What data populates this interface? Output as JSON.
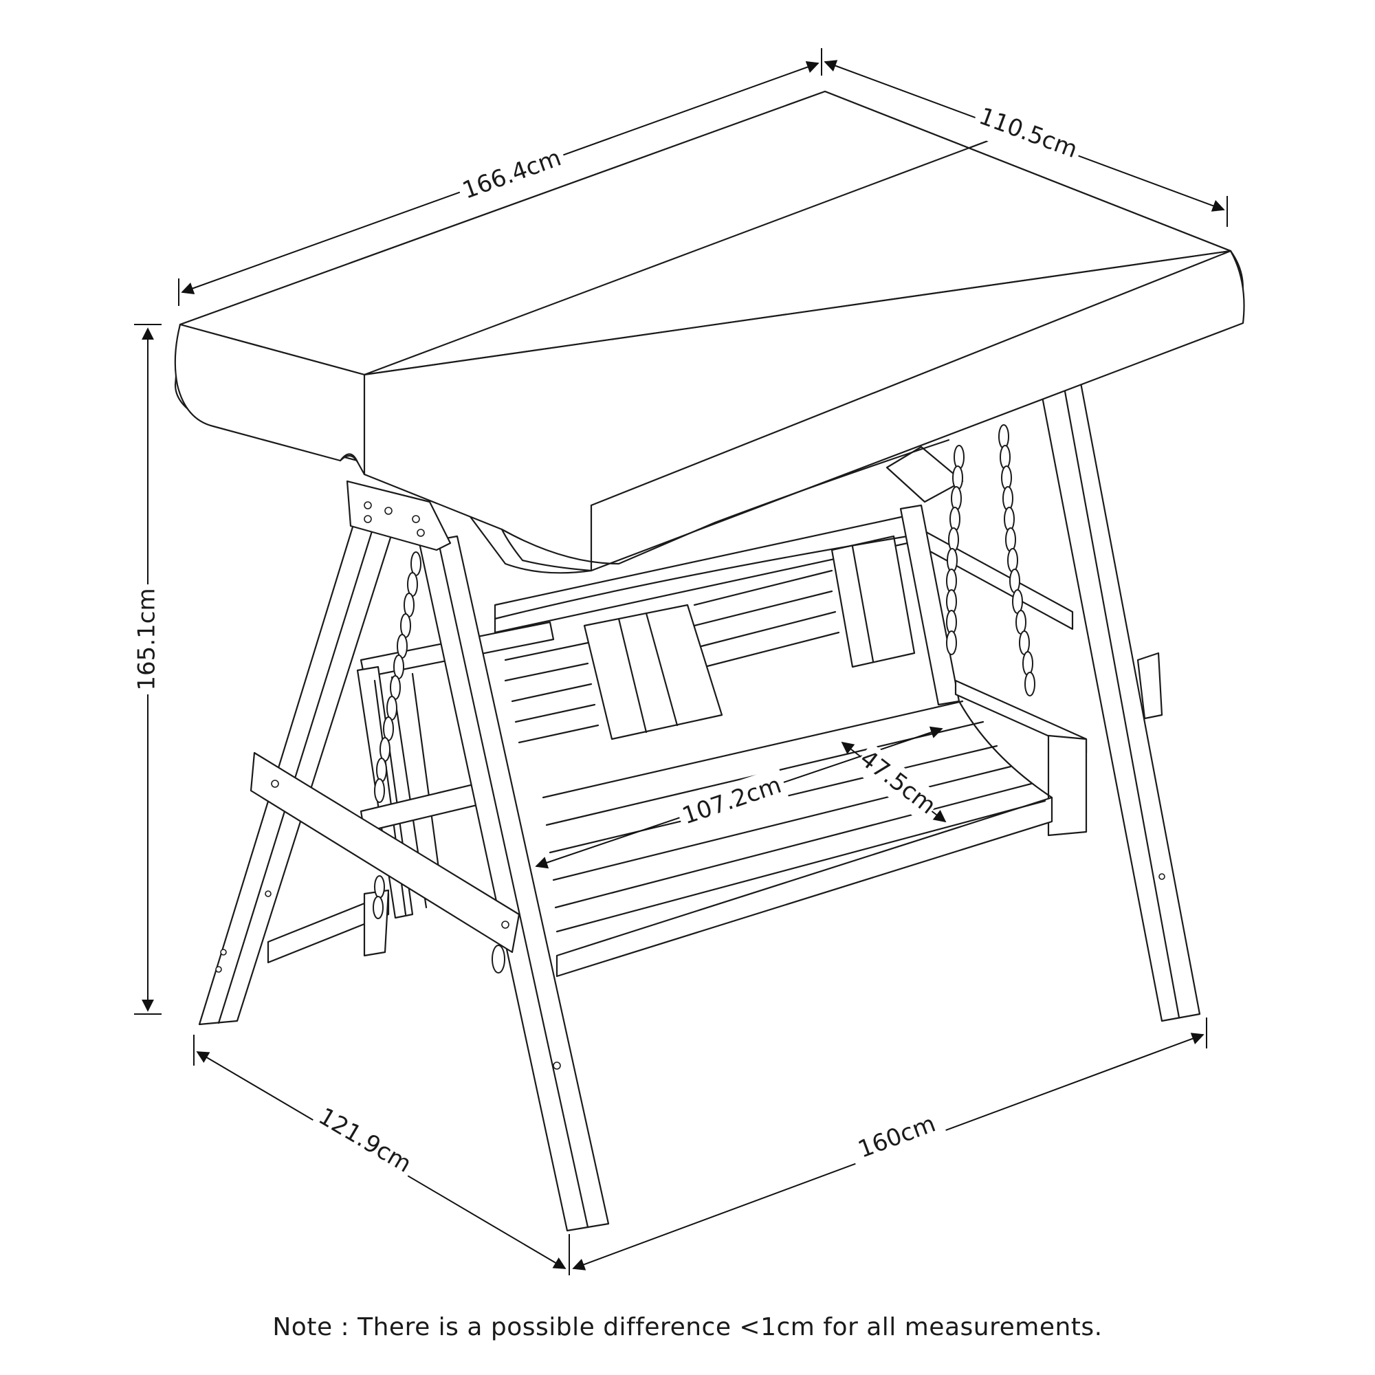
{
  "dimensions": {
    "canopy_length": "166.4cm",
    "canopy_width": "110.5cm",
    "overall_height": "165.1cm",
    "base_depth": "121.9cm",
    "base_width": "160cm",
    "seat_width": "107.2cm",
    "seat_depth": "47.5cm"
  },
  "note": "Note : There is a possible difference <1cm for all measurements."
}
